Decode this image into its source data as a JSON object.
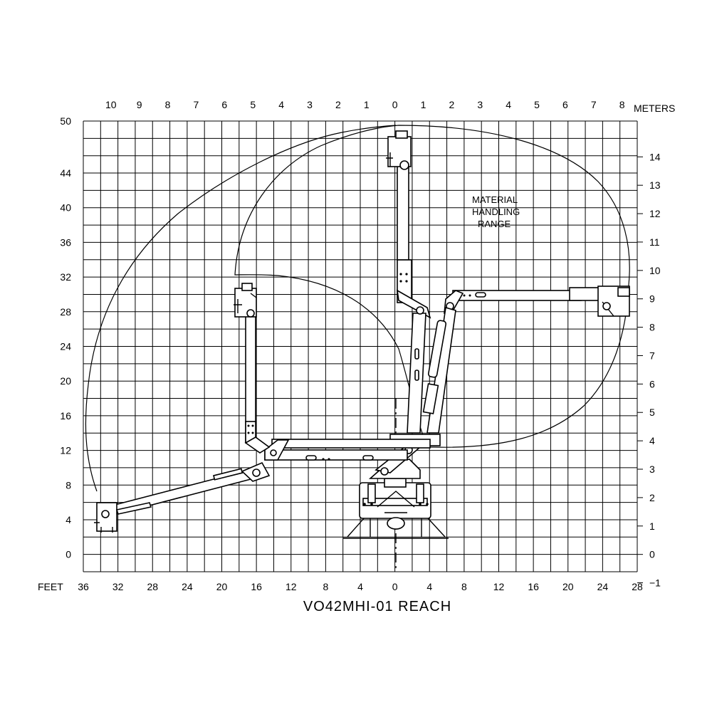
{
  "diagram": {
    "title": "VO42MHI-01 REACH",
    "feet_axis_label": "FEET",
    "meters_axis_label": "METERS",
    "bottom_feet_ticks": [
      "36",
      "32",
      "28",
      "24",
      "20",
      "16",
      "12",
      "8",
      "4",
      "0",
      "4",
      "8",
      "12",
      "16",
      "20",
      "24",
      "28"
    ],
    "left_feet_ticks": [
      "50",
      "44",
      "40",
      "36",
      "32",
      "28",
      "24",
      "20",
      "16",
      "12",
      "8",
      "4",
      "0"
    ],
    "top_meter_ticks": [
      "10",
      "9",
      "8",
      "7",
      "6",
      "5",
      "4",
      "3",
      "2",
      "1",
      "0",
      "1",
      "2",
      "3",
      "4",
      "5",
      "6",
      "7",
      "8"
    ],
    "right_meter_ticks": [
      "14",
      "13",
      "12",
      "11",
      "10",
      "9",
      "8",
      "7",
      "6",
      "5",
      "4",
      "3",
      "2",
      "1",
      "0",
      "−1"
    ],
    "annotation_lines": [
      "MATERIAL",
      "HANDLING",
      "RANGE"
    ]
  }
}
